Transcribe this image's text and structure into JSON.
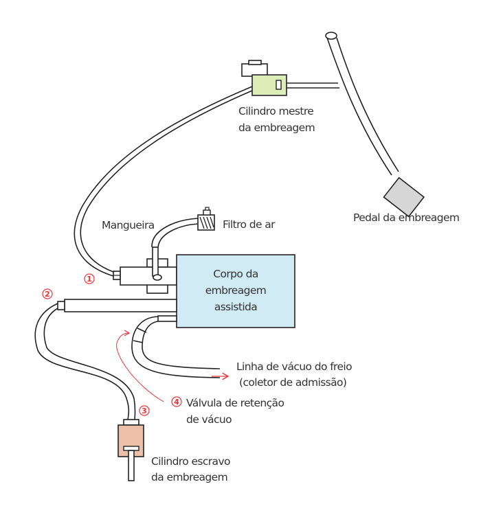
{
  "diagram": {
    "title": "",
    "colors": {
      "master_cylinder": "#dcedb8",
      "booster_body": "#d0ebf3",
      "slave_cylinder": "#ecc0a8",
      "pedal": "#d6d6d6",
      "callout": "#e8363a",
      "line": "#222222",
      "text": "#333333"
    },
    "labels": {
      "master_line1": "Cilindro mestre",
      "master_line2": "da embreagem",
      "pedal": "Pedal da embreagem",
      "hose": "Mangueira",
      "air_filter": "Filtro de ar",
      "body_line1": "Corpo da",
      "body_line2": "embreagem",
      "body_line3": "assistida",
      "vacuum_line1": "Linha de vácuo do freio",
      "vacuum_line2": "(coletor de admissão)",
      "check_valve_line1": "Válvula de retenção",
      "check_valve_line2": "de vácuo",
      "slave_line1": "Cilindro escravo",
      "slave_line2": "da embreagem"
    },
    "callouts": [
      {
        "number": "1",
        "target": "hose-inlet"
      },
      {
        "number": "2",
        "target": "booster-outlet"
      },
      {
        "number": "3",
        "target": "slave-cylinder-inlet"
      },
      {
        "number": "4",
        "target": "vacuum-check-valve"
      }
    ]
  }
}
